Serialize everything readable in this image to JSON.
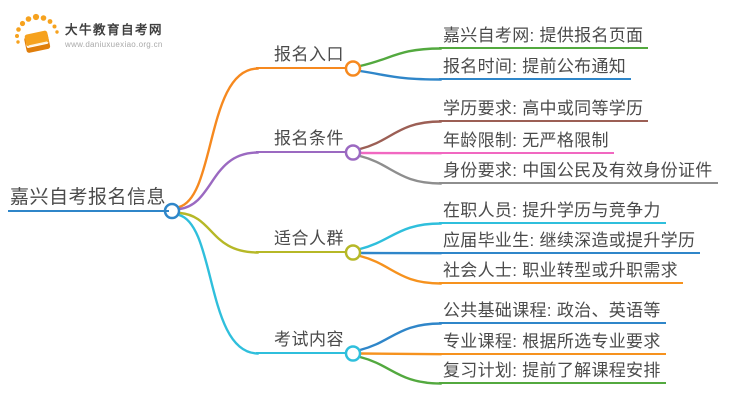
{
  "logo": {
    "site_name": "大牛教育自考网",
    "site_url": "www.daniuxuexiao.org.cn",
    "accent": "#F6A21E"
  },
  "mindmap": {
    "root": {
      "label": "嘉兴自考报名信息",
      "color": "#2F86C9"
    },
    "branches": [
      {
        "label": "报名入口",
        "color": "#F6891F",
        "children": [
          {
            "label": "嘉兴自考网: 提供报名页面",
            "color": "#53A93F"
          },
          {
            "label": "报名时间: 提前公布通知",
            "color": "#2F86C9"
          }
        ]
      },
      {
        "label": "报名条件",
        "color": "#9B69C1",
        "children": [
          {
            "label": "学历要求: 高中或同等学历",
            "color": "#9C5F55"
          },
          {
            "label": "年龄限制: 无严格限制",
            "color": "#F168C1"
          },
          {
            "label": "身份要求: 中国公民及有效身份证件",
            "color": "#8E8E8E"
          }
        ]
      },
      {
        "label": "适合人群",
        "color": "#B6B827",
        "children": [
          {
            "label": "在职人员: 提升学历与竞争力",
            "color": "#2FBFDC"
          },
          {
            "label": "应届毕业生: 继续深造或提升学历",
            "color": "#2F86C9"
          },
          {
            "label": "社会人士: 职业转型或升职需求",
            "color": "#F6921E"
          }
        ]
      },
      {
        "label": "考试内容",
        "color": "#2FBFDC",
        "children": [
          {
            "label": "公共基础课程: 政治、英语等",
            "color": "#2F86C9"
          },
          {
            "label": "专业课程: 根据所选专业要求",
            "color": "#F6921E"
          },
          {
            "label": "复习计划: 提前了解课程安排",
            "color": "#53A93F"
          }
        ]
      }
    ]
  }
}
